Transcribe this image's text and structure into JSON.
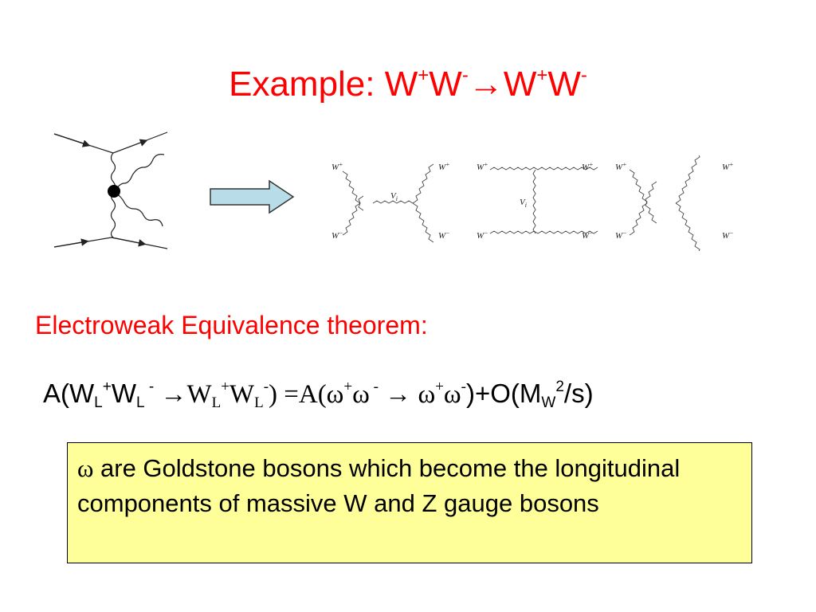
{
  "title": {
    "prefix": "Example: W",
    "sup1": "+",
    "w2": "W",
    "sup2": "-",
    "arrow": "→",
    "w3": "W",
    "sup3": "+",
    "w4": "W",
    "sup4": "-"
  },
  "diagram_labels": {
    "w_plus": "W",
    "w_minus": "W",
    "plus": "+",
    "minus": "−",
    "v": "V",
    "v_sub": "i"
  },
  "subtitle": "Electroweak Equivalence theorem:",
  "formula": {
    "a1": "A(W",
    "sub_l1": "L",
    "sup_p1": "+",
    "w1": "W",
    "sub_l2": "L",
    "sup_m1": " -",
    "arrow1": " →",
    "w_serif1": "W",
    "sub_l3": "L",
    "sup_p2": "+",
    "w_serif2": "W",
    "sub_l4": "L",
    "sup_m2": "-",
    "close1": ") =A(ω",
    "sup_p3": "+",
    "omega2": "ω",
    "sup_m3": " -",
    "arrow2": " → ω",
    "sup_p4": "+",
    "omega4": "ω",
    "sup_m4": "-",
    "tail1": ")+O(M",
    "sub_w": "W",
    "sup_2": "2",
    "tail2": "/s)"
  },
  "note": {
    "omega": "ω",
    "text": " are Goldstone bosons which become the longitudinal components of massive W and Z gauge bosons"
  },
  "colors": {
    "title": "#ff0000",
    "subtitle": "#ff0000",
    "note_bg": "#ffff99",
    "arrow_fill": "#b8dce8"
  }
}
